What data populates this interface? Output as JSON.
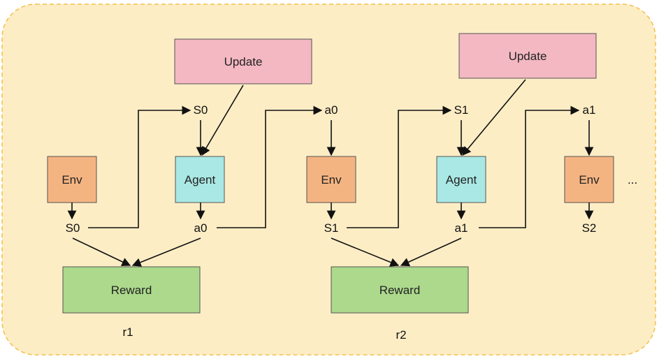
{
  "colors": {
    "background": "#fdedc5",
    "border": "#f3c04a",
    "update": "#f4b8c2",
    "env": "#f4b482",
    "agent": "#a9e8e4",
    "reward": "#acd98c"
  },
  "boxes": {
    "update_1": "Update",
    "update_2": "Update",
    "env_1": "Env",
    "env_2": "Env",
    "env_3": "Env",
    "agent_1": "Agent",
    "agent_2": "Agent",
    "reward_1": "Reward",
    "reward_2": "Reward"
  },
  "labels": {
    "s0_top": "S0",
    "a0_top": "a0",
    "s1_top": "S1",
    "a1_top": "a1",
    "s0_bottom": "S0",
    "a0_bottom": "a0",
    "s1_bottom": "S1",
    "a1_bottom": "a1",
    "s2_bottom": "S2",
    "r1": "r1",
    "r2": "r2",
    "ellipsis": "..."
  }
}
